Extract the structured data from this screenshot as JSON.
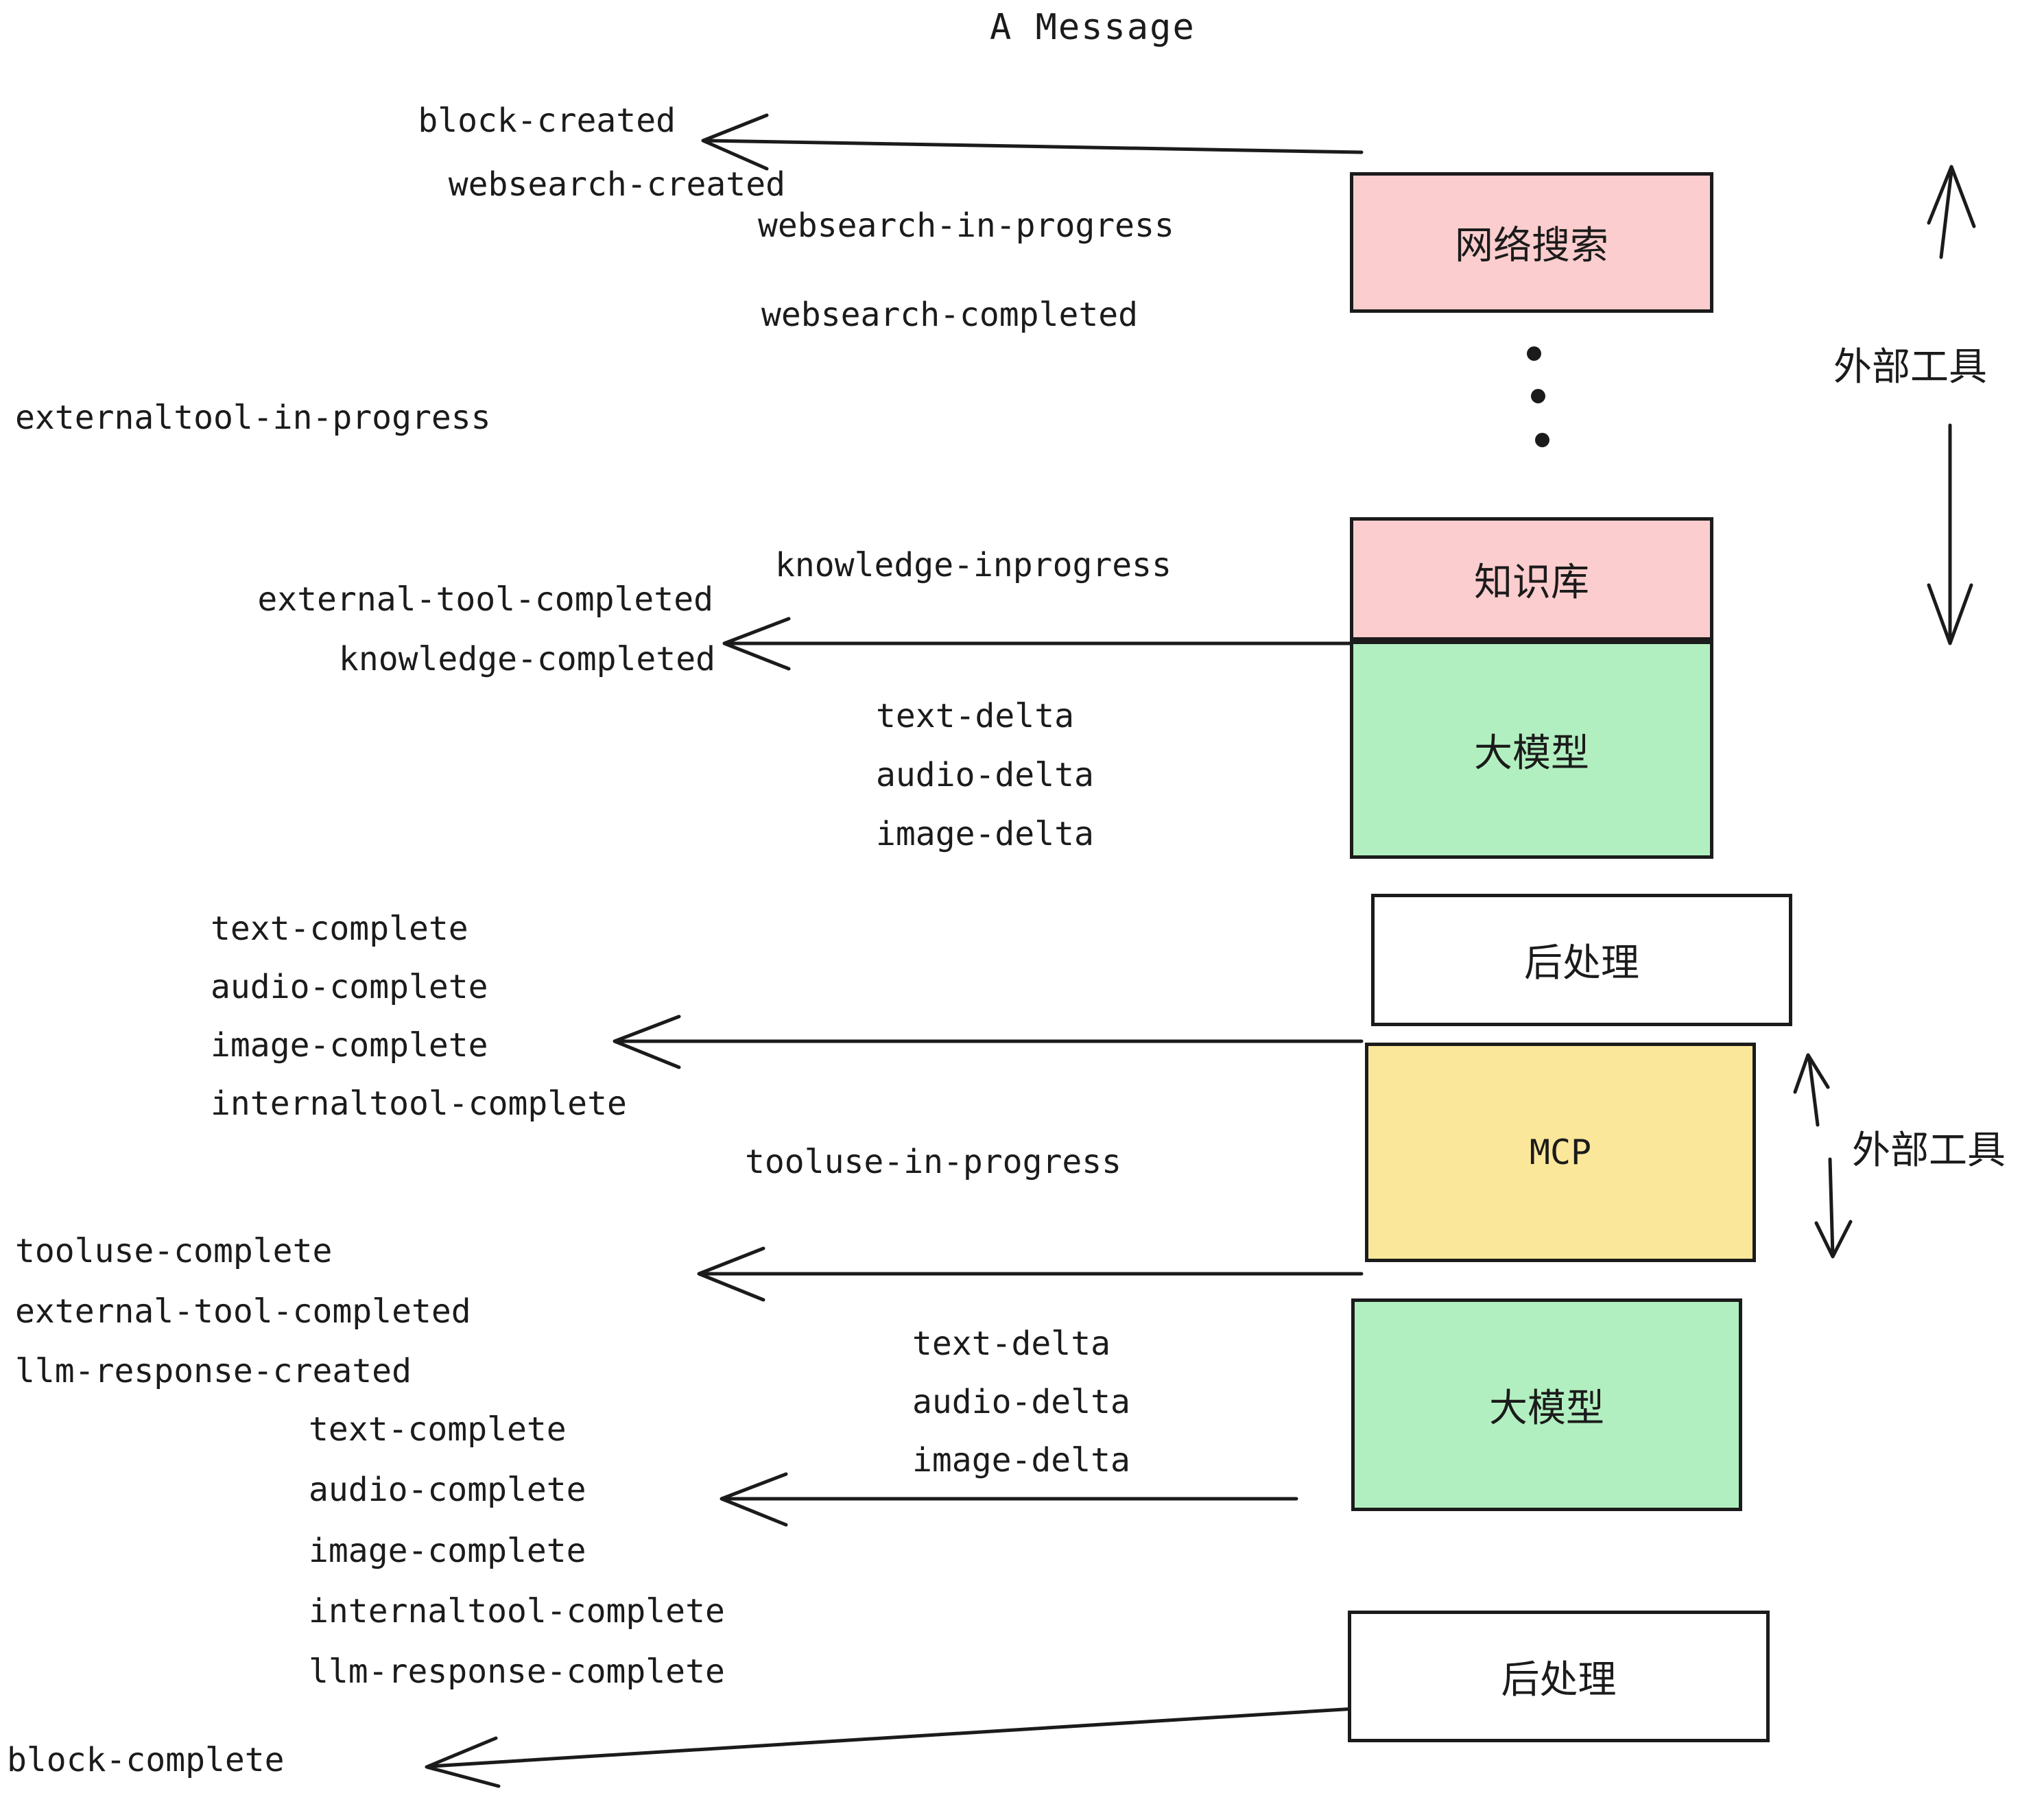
{
  "diagram": {
    "title": "A Message",
    "type": "sequence-flow",
    "background_color": "#ffffff",
    "stroke_color": "#1b1b1b"
  },
  "colors": {
    "pink": "#fbcdce",
    "green": "#b2efc0",
    "yellow": "#fbe79a",
    "white": "#ffffff",
    "stroke": "#1b1b1b"
  },
  "nodes": [
    {
      "id": "websearch",
      "label": "网络搜索",
      "color": "pink"
    },
    {
      "id": "knowledge",
      "label": "知识库",
      "color": "pink"
    },
    {
      "id": "llm1",
      "label": "大模型",
      "color": "green"
    },
    {
      "id": "post1",
      "label": "后处理",
      "color": "white"
    },
    {
      "id": "mcp",
      "label": "MCP",
      "color": "yellow"
    },
    {
      "id": "llm2",
      "label": "大模型",
      "color": "green"
    },
    {
      "id": "post2",
      "label": "后处理",
      "color": "white"
    }
  ],
  "side_labels": [
    {
      "id": "external-tools-top",
      "text": "外部工具"
    },
    {
      "id": "external-tools-bottom",
      "text": "外部工具"
    }
  ],
  "events": {
    "left_column": [
      "block-created",
      "websearch-created",
      "externaltool-in-progress",
      "external-tool-completed",
      "knowledge-completed",
      "text-complete",
      "audio-complete",
      "image-complete",
      "internaltool-complete",
      "tooluse-complete",
      "external-tool-completed",
      "llm-response-created",
      "text-complete",
      "audio-complete",
      "image-complete",
      "internaltool-complete",
      "llm-response-complete",
      "block-complete"
    ],
    "mid_column": [
      "websearch-in-progress",
      "websearch-completed",
      "knowledge-inprogress",
      "text-delta",
      "audio-delta",
      "image-delta",
      "tooluse-in-progress",
      "text-delta",
      "audio-delta",
      "image-delta"
    ]
  },
  "labels": {
    "block_created": "block-created",
    "websearch_created": "websearch-created",
    "websearch_in_progress": "websearch-in-progress",
    "websearch_completed": "websearch-completed",
    "externaltool_in_progress": "externaltool-in-progress",
    "knowledge_inprogress": "knowledge-inprogress",
    "external_tool_completed_1": "external-tool-completed",
    "knowledge_completed": "knowledge-completed",
    "text_delta_1": "text-delta",
    "audio_delta_1": "audio-delta",
    "image_delta_1": "image-delta",
    "text_complete_1": "text-complete",
    "audio_complete_1": "audio-complete",
    "image_complete_1": "image-complete",
    "internaltool_complete_1": "internaltool-complete",
    "tooluse_in_progress": "tooluse-in-progress",
    "tooluse_complete": "tooluse-complete",
    "external_tool_completed_2": "external-tool-completed",
    "llm_response_created": "llm-response-created",
    "text_delta_2": "text-delta",
    "audio_delta_2": "audio-delta",
    "image_delta_2": "image-delta",
    "text_complete_2": "text-complete",
    "audio_complete_2": "audio-complete",
    "image_complete_2": "image-complete",
    "internaltool_complete_2": "internaltool-complete",
    "llm_response_complete": "llm-response-complete",
    "block_complete": "block-complete",
    "ellipsis": "⋮"
  }
}
